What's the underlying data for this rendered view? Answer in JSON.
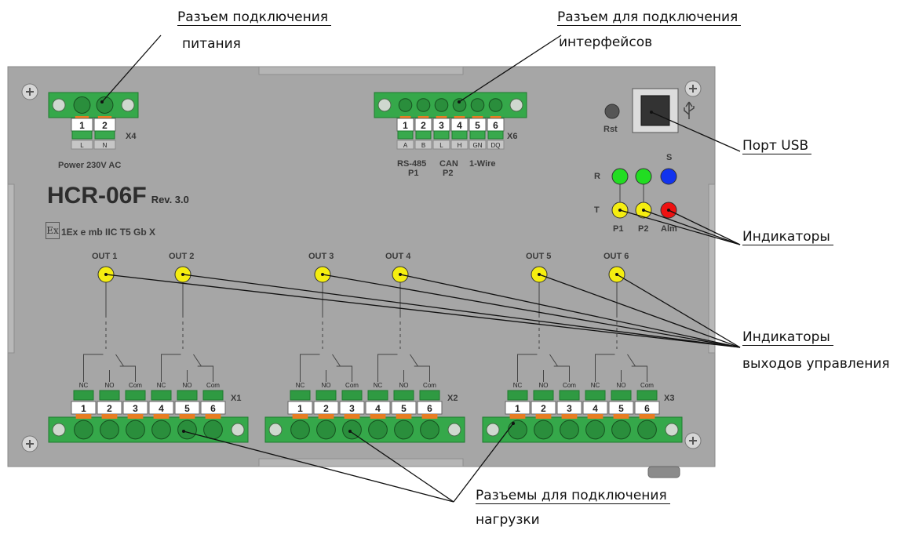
{
  "callouts": {
    "power_connector_l1": "Разъем подключения",
    "power_connector_l2": "питания",
    "interface_connector_l1": "Разъем для подключения",
    "interface_connector_l2": "интерфейсов",
    "usb_port": "Порт USB",
    "indicators": "Индикаторы",
    "output_indicators_l1": "Индикаторы",
    "output_indicators_l2": "выходов управления",
    "load_connectors_l1": "Разъемы для подключения",
    "load_connectors_l2": "нагрузки"
  },
  "board": {
    "model": "HCR-06F",
    "revision": "Rev. 3.0",
    "ex_symbol": "Ex",
    "certification": "1Ex e mb IIC T5 Gb X",
    "power_label": "Power 230V AC",
    "reset_label": "Rst",
    "usb_icon": "usb-icon"
  },
  "x4": {
    "name": "X4",
    "pins": [
      "1",
      "2"
    ],
    "signals": [
      "L",
      "N"
    ]
  },
  "x6": {
    "name": "X6",
    "pins": [
      "1",
      "2",
      "3",
      "4",
      "5",
      "6"
    ],
    "signals": [
      "A",
      "B",
      "L",
      "H",
      "GN",
      "DQ"
    ],
    "groups": {
      "rs485": "RS-485",
      "p1": "P1",
      "can": "CAN",
      "p2": "P2",
      "onewire": "1-Wire"
    }
  },
  "leds": {
    "row_r": "R",
    "row_t": "T",
    "col_s": "S",
    "col_p1": "P1",
    "col_p2": "P2",
    "col_alm": "Alm",
    "colors": {
      "green": "#22dd22",
      "blue": "#1133ee",
      "yellow": "#f5ee10",
      "red": "#ee1111"
    }
  },
  "outputs": [
    "OUT 1",
    "OUT 2",
    "OUT 3",
    "OUT 4",
    "OUT 5",
    "OUT 6"
  ],
  "output_blocks": [
    {
      "name": "X1",
      "pins": [
        "1",
        "2",
        "3",
        "4",
        "5",
        "6"
      ],
      "contacts": [
        "NC",
        "NO",
        "Com",
        "NC",
        "NO",
        "Com"
      ]
    },
    {
      "name": "X2",
      "pins": [
        "1",
        "2",
        "3",
        "4",
        "5",
        "6"
      ],
      "contacts": [
        "NC",
        "NO",
        "Com",
        "NC",
        "NO",
        "Com"
      ]
    },
    {
      "name": "X3",
      "pins": [
        "1",
        "2",
        "3",
        "4",
        "5",
        "6"
      ],
      "contacts": [
        "NC",
        "NO",
        "Com",
        "NC",
        "NO",
        "Com"
      ]
    }
  ],
  "colors": {
    "panel": "#a6a6a6",
    "connector_green": "#35a84a",
    "connector_dark": "#1f7a2f",
    "pin_orange": "#e87d22",
    "label_white": "#ffffff"
  }
}
